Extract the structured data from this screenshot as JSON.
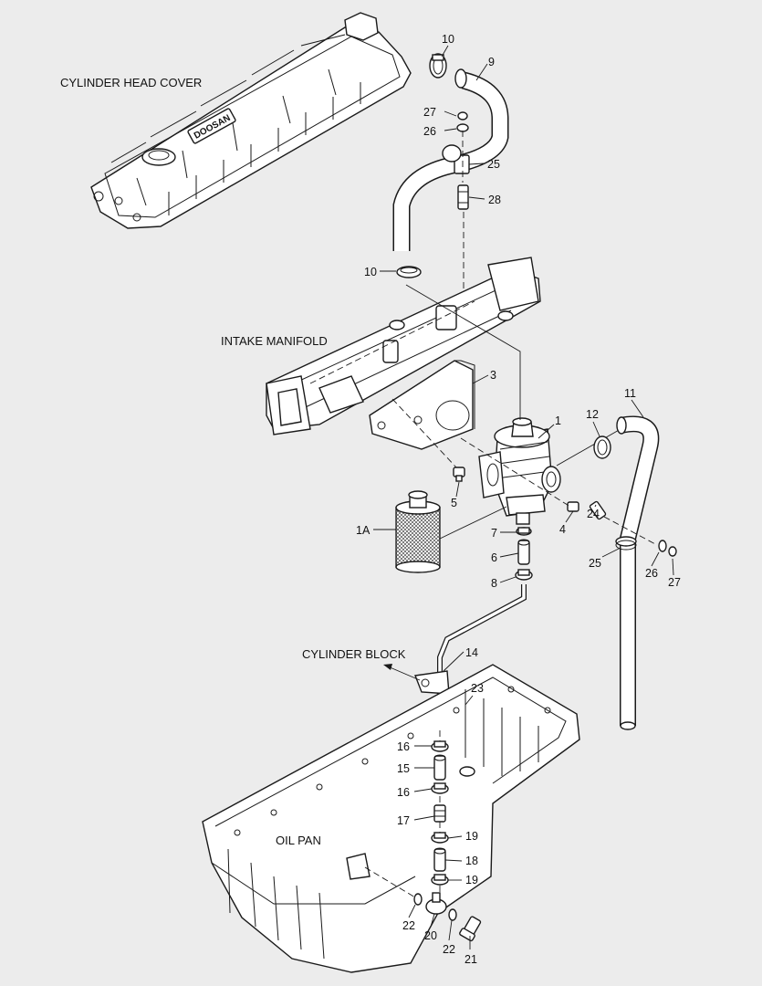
{
  "assembly_labels": {
    "cylinder_head_cover": "CYLINDER HEAD COVER",
    "intake_manifold": "INTAKE MANIFOLD",
    "cylinder_block": "CYLINDER BLOCK",
    "oil_pan": "OIL PAN"
  },
  "cover_logo": "DOOSAN",
  "callouts": {
    "c10a": "10",
    "c9": "9",
    "c27a": "27",
    "c26a": "26",
    "c25a": "25",
    "c28": "28",
    "c10b": "10",
    "c3": "3",
    "c1": "1",
    "c12": "12",
    "c11": "11",
    "c5": "5",
    "c4": "4",
    "c1A": "1A",
    "c7": "7",
    "c6": "6",
    "c8": "8",
    "c24": "24",
    "c25b": "25",
    "c26b": "26",
    "c27b": "27",
    "c14": "14",
    "c23": "23",
    "c16a": "16",
    "c15": "15",
    "c16b": "16",
    "c17": "17",
    "c19a": "19",
    "c18": "18",
    "c19b": "19",
    "c22a": "22",
    "c20": "20",
    "c22b": "22",
    "c21": "21"
  }
}
